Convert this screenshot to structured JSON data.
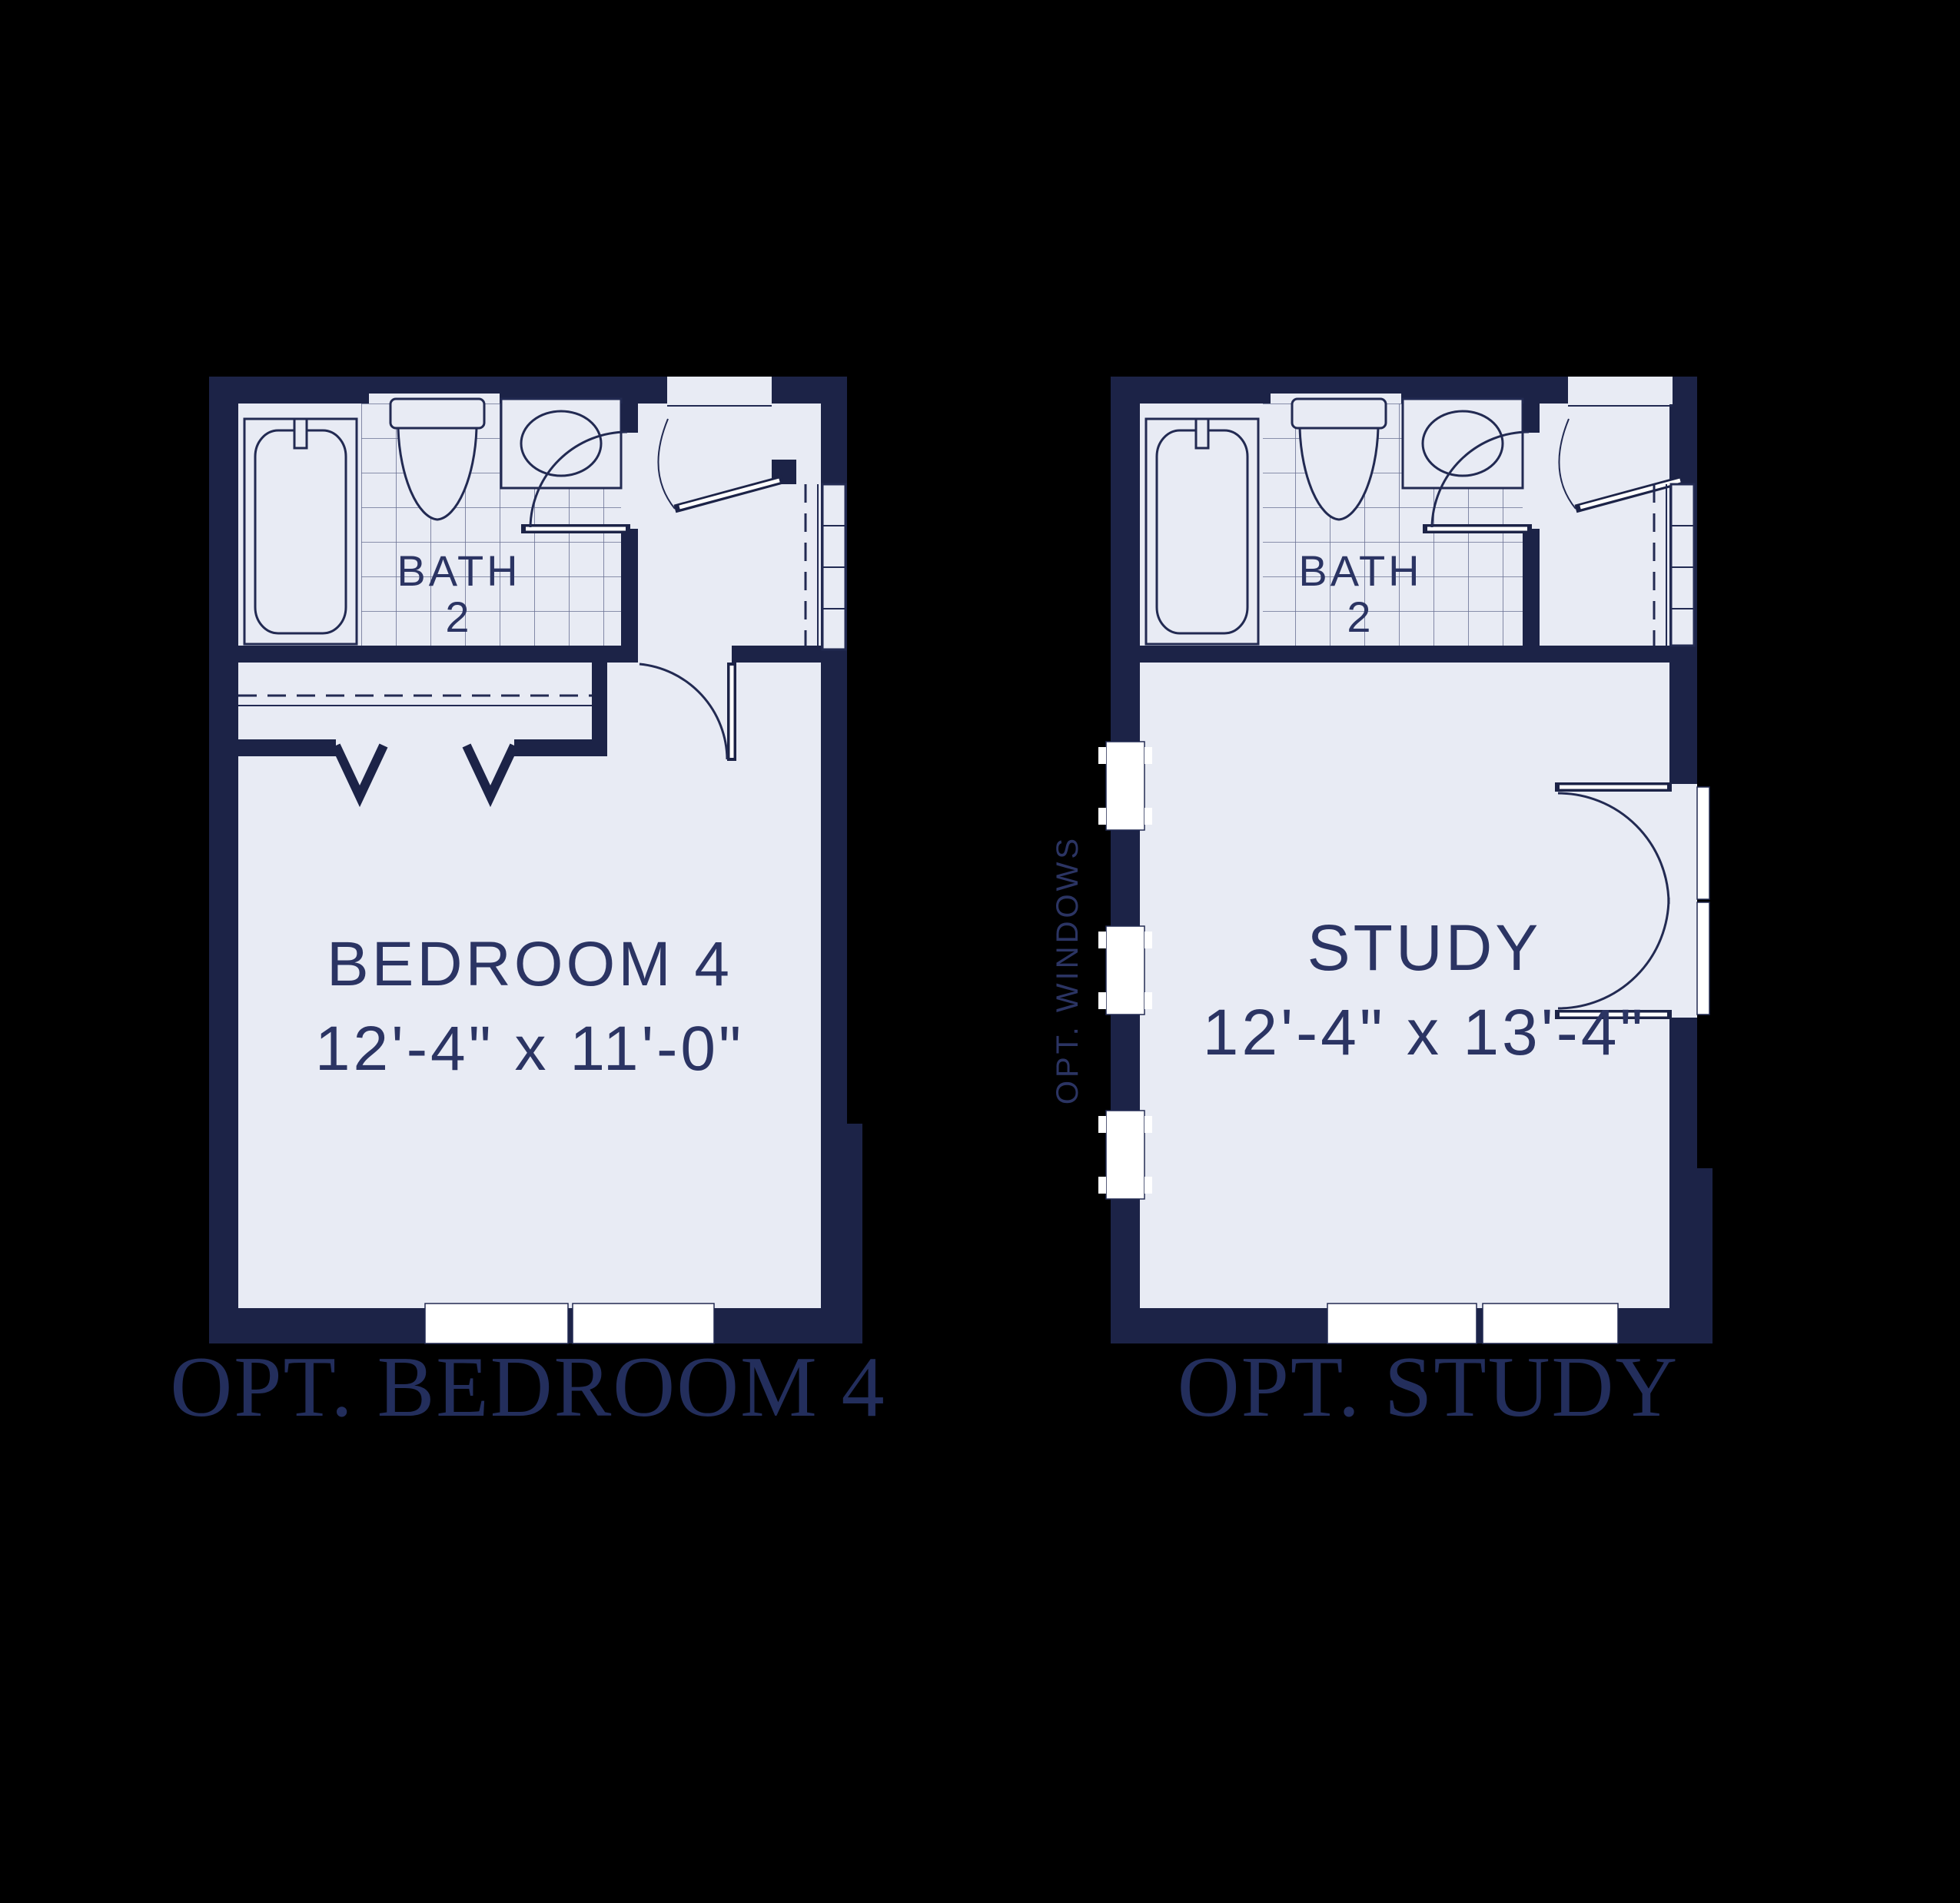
{
  "page": {
    "background_color": "#000000",
    "drawing_style": "architectural floor plan blueprint"
  },
  "colors": {
    "wall_navy": "#1c2347",
    "floor_light": "#e8ebf4",
    "window_white": "#ffffff",
    "caption_navy": "#232e5c",
    "label_navy": "#2b3463"
  },
  "plans": [
    {
      "id": "opt-bedroom-4",
      "caption": "OPT. BEDROOM 4",
      "bath": {
        "label_line1": "BATH",
        "label_line2": "2"
      },
      "room": {
        "label": "BEDROOM 4",
        "dimensions": "12'-4\" x 11'-0\""
      },
      "features": [
        "bathtub",
        "toilet",
        "sink-vanity",
        "tiled-bath-floor",
        "linen-shelves",
        "closet-shelf-and-rod",
        "swing-door-hall",
        "swing-door-bath",
        "swing-door-bedroom",
        "two-bottom-windows"
      ]
    },
    {
      "id": "opt-study",
      "caption": "OPT. STUDY",
      "bath": {
        "label_line1": "BATH",
        "label_line2": "2"
      },
      "room": {
        "label": "STUDY",
        "dimensions": "12'-4\" x 13'-4\""
      },
      "side_note": "OPT. WINDOWS",
      "features": [
        "bathtub",
        "toilet",
        "sink-vanity",
        "tiled-bath-floor",
        "linen-shelves",
        "three-optional-side-windows",
        "french-double-doors",
        "swing-door-hall",
        "swing-door-bath",
        "two-bottom-windows"
      ]
    }
  ]
}
